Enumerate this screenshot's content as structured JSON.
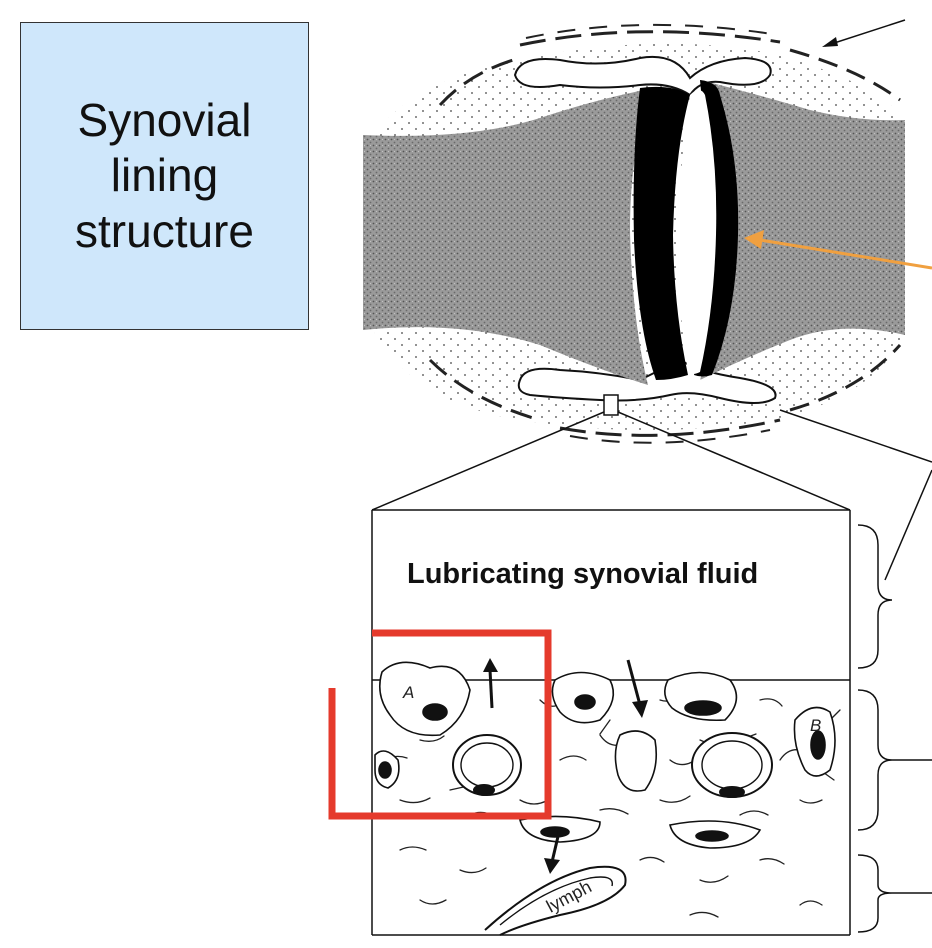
{
  "title": "Synovial\nlining\nstructure",
  "labels": {
    "fluid": "Lubricating synovial fluid",
    "cell_a": "A",
    "cell_b": "B",
    "lymph": "lymph"
  },
  "colors": {
    "title_bg": "#cfe7fb",
    "highlight_box": "#e53a2c",
    "pointer_arrow": "#f0a040",
    "bone": "#8a8a8a",
    "cartilage": "#000000"
  }
}
